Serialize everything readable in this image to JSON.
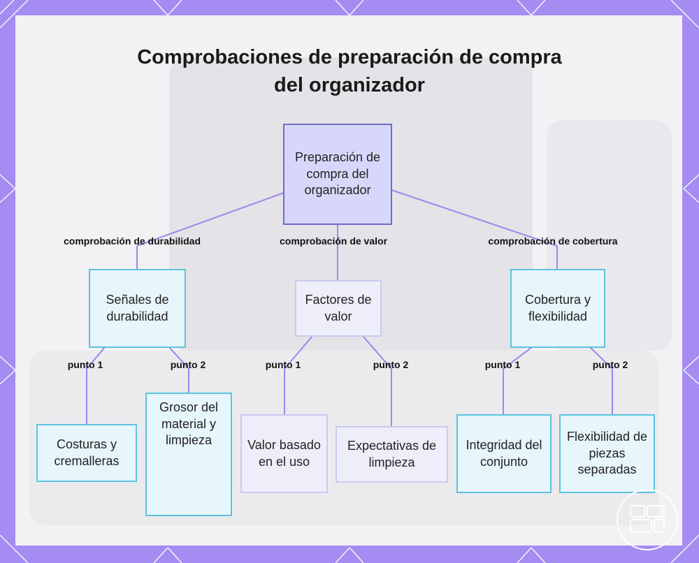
{
  "title": "Comprobaciones de preparación de compra del organizador",
  "root": "Preparación de compra del organizador",
  "branches": [
    {
      "edge_label": "comprobación de durabilidad",
      "node": "Señales de durabilidad",
      "children": [
        {
          "edge_label": "punto 1",
          "node": "Costuras y cremalleras"
        },
        {
          "edge_label": "punto 2",
          "node": "Grosor del material y limpieza"
        }
      ]
    },
    {
      "edge_label": "comprobación de valor",
      "node": "Factores de valor",
      "children": [
        {
          "edge_label": "punto 1",
          "node": "Valor basado en el uso"
        },
        {
          "edge_label": "punto 2",
          "node": "Expectativas de limpieza"
        }
      ]
    },
    {
      "edge_label": "comprobación de cobertura",
      "node": "Cobertura y flexibilidad",
      "children": [
        {
          "edge_label": "punto 1",
          "node": "Integridad del conjunto"
        },
        {
          "edge_label": "punto 2",
          "node": "Flexibilidad de piezas separadas"
        }
      ]
    }
  ],
  "colors": {
    "frame": "#a58cf2",
    "edge": "#9f86ec",
    "root_fill": "#d7d7fb",
    "root_border": "#6c6cc9",
    "node_fill": "#e7f5fc",
    "node_border": "#5ec3df",
    "value_fill": "#eeeefa",
    "value_border": "#c9c9f0"
  },
  "icons": {
    "corner_logo": "organizer-logo-icon"
  }
}
